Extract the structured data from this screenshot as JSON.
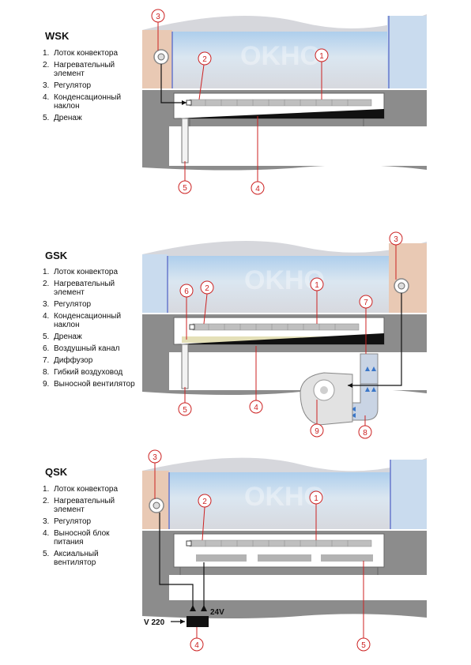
{
  "panels": [
    {
      "title": "WSK",
      "legend": [
        {
          "num": "1.",
          "text": "Лоток конвектора"
        },
        {
          "num": "2.",
          "text": "Нагревательный элемент"
        },
        {
          "num": "3.",
          "text": "Регулятор"
        },
        {
          "num": "4.",
          "text": "Конденсационный наклон"
        },
        {
          "num": "5.",
          "text": "Дренаж"
        }
      ],
      "callouts": [
        "1",
        "2",
        "3",
        "4",
        "5"
      ]
    },
    {
      "title": "GSK",
      "legend": [
        {
          "num": "1.",
          "text": "Лоток конвектора"
        },
        {
          "num": "2.",
          "text": "Нагревательный элемент"
        },
        {
          "num": "3.",
          "text": "Регулятор"
        },
        {
          "num": "4.",
          "text": "Конденсационный наклон"
        },
        {
          "num": "5.",
          "text": "Дренаж"
        },
        {
          "num": "6.",
          "text": "Воздушный канал"
        },
        {
          "num": "7.",
          "text": "Диффузор"
        },
        {
          "num": "8.",
          "text": "Гибкий воздуховод"
        },
        {
          "num": "9.",
          "text": "Выносной вентилятор"
        }
      ],
      "callouts": [
        "1",
        "2",
        "3",
        "4",
        "5",
        "6",
        "7",
        "8",
        "9"
      ]
    },
    {
      "title": "QSK",
      "legend": [
        {
          "num": "1.",
          "text": "Лоток конвектора"
        },
        {
          "num": "2.",
          "text": "Нагревательный элемент"
        },
        {
          "num": "3.",
          "text": "Регулятор"
        },
        {
          "num": "4.",
          "text": "Выносной блок питания"
        },
        {
          "num": "5.",
          "text": "Аксиальный вентилятор"
        }
      ],
      "callouts": [
        "1",
        "2",
        "3",
        "4",
        "5"
      ],
      "power": {
        "input": "V 220",
        "output": "24V"
      }
    }
  ],
  "watermark": "OKHO",
  "colors": {
    "callout": "#cc2222",
    "wall": "#808080",
    "floor": "#8c8c8c",
    "window": "#c8ddf0",
    "wall_plaster": "#e9c9b4",
    "slope": "#111111"
  }
}
